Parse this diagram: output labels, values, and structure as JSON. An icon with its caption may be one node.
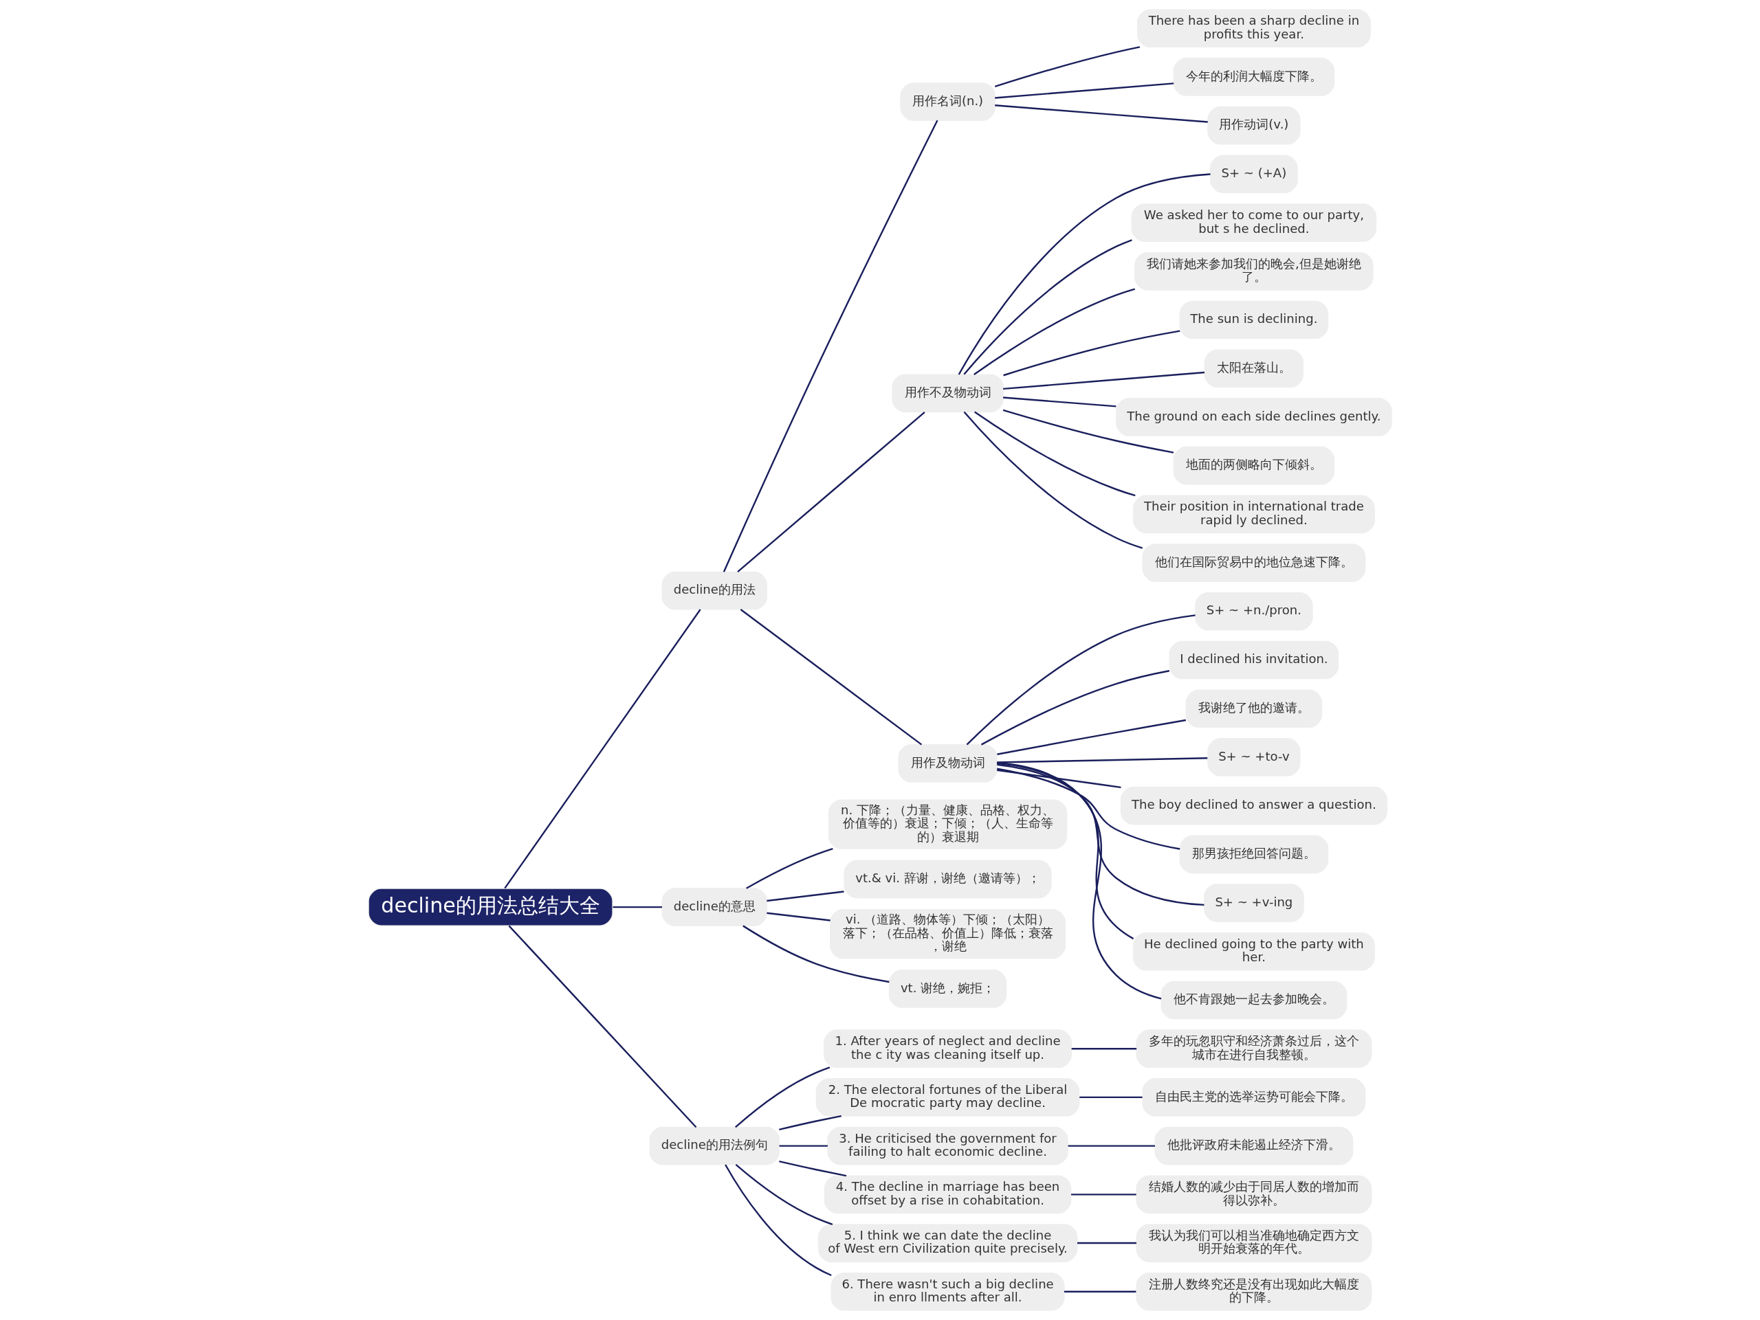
{
  "diagram": {
    "nodes": [
      {
        "text": [
          "decline的用法总结大全"
        ]
      },
      {
        "text": [
          "decline的用法"
        ]
      },
      {
        "text": [
          "用作名词(n.)"
        ]
      },
      {
        "text": [
          "There has been a sharp decline in profits this year."
        ]
      },
      {
        "text": [
          "今年的利润大幅度下降。"
        ]
      },
      {
        "text": [
          "用作动词(v.)"
        ]
      },
      {
        "text": [
          "用作不及物动词"
        ]
      },
      {
        "text": [
          "S+ ~ (+A)"
        ]
      },
      {
        "text": [
          "We asked her to come to our party, but s he declined."
        ]
      },
      {
        "text": [
          "我们请她来参加我们的晚会,但是她谢绝了。"
        ]
      },
      {
        "text": [
          "The sun is declining."
        ]
      },
      {
        "text": [
          "太阳在落山。"
        ]
      },
      {
        "text": [
          "The ground on each side declines gently."
        ]
      },
      {
        "text": [
          "地面的两侧略向下倾斜。"
        ]
      },
      {
        "text": [
          "Their position in international trade rapid ly declined."
        ]
      },
      {
        "text": [
          "他们在国际贸易中的地位急速下降。"
        ]
      },
      {
        "text": [
          "用作及物动词"
        ]
      },
      {
        "text": [
          "S+ ~ +n./pron."
        ]
      },
      {
        "text": [
          "I declined his invitation."
        ]
      },
      {
        "text": [
          "我谢绝了他的邀请。"
        ]
      },
      {
        "text": [
          "S+ ~ +to-v"
        ]
      },
      {
        "text": [
          "The boy declined to answer a question."
        ]
      },
      {
        "text": [
          "那男孩拒绝回答问题。"
        ]
      },
      {
        "text": [
          "S+ ~ +v-ing"
        ]
      },
      {
        "text": [
          "He declined going to the party with her."
        ]
      },
      {
        "text": [
          "他不肯跟她一起去参加晚会。"
        ]
      },
      {
        "text": [
          "decline的意思"
        ]
      },
      {
        "text": [
          "n. 下降；（力量、健康、品格、权力、价值等的）衰退；下倾；（人、生命等的）衰退期"
        ]
      },
      {
        "text": [
          "vt.& vi. 辞谢，谢绝（邀请等）；"
        ]
      },
      {
        "text": [
          "vi. （道路、物体等）下倾；（太阳）落下；（在品格、价值上）降低；衰落，谢绝"
        ]
      },
      {
        "text": [
          "vt. 谢绝，婉拒；"
        ]
      },
      {
        "text": [
          "decline的用法例句"
        ]
      },
      {
        "text": [
          "1. After years of neglect and decline the c ity was cleaning itself up."
        ]
      },
      {
        "text": [
          "多年的玩忽职守和经济萧条过后，这个城市在进行自我整顿。"
        ]
      },
      {
        "text": [
          "2. The electoral fortunes of the Liberal De mocratic party may decline."
        ]
      },
      {
        "text": [
          "自由民主党的选举运势可能会下降。"
        ]
      },
      {
        "text": [
          "3. He criticised the government for failing to halt economic decline."
        ]
      },
      {
        "text": [
          "他批评政府未能遏止经济下滑。"
        ]
      },
      {
        "text": [
          "4. The decline in marriage has been offset by a rise in cohabitation."
        ]
      },
      {
        "text": [
          "结婚人数的减少由于同居人数的增加而得以弥补。"
        ]
      },
      {
        "text": [
          "5. I think we can date the decline of West ern Civilization quite precisely."
        ]
      },
      {
        "text": [
          "我认为我们可以相当准确地确定西方文明开始衰落的年代。"
        ]
      },
      {
        "text": [
          "6. There wasn't such a big decline in enro llments after all."
        ]
      },
      {
        "text": [
          "注册人数终究还是没有出现如此大幅度的下降。"
        ]
      }
    ],
    "edges": [
      {
        "from": 0,
        "to": 1,
        "arrow": "none"
      },
      {
        "from": 1,
        "to": 2,
        "arrow": "none"
      },
      {
        "from": 2,
        "to": 3,
        "arrow": "none"
      },
      {
        "from": 2,
        "to": 4,
        "arrow": "none"
      },
      {
        "from": 2,
        "to": 5,
        "arrow": "none"
      },
      {
        "from": 1,
        "to": 6,
        "arrow": "none"
      },
      {
        "from": 6,
        "to": 7,
        "arrow": "none"
      },
      {
        "from": 6,
        "to": 8,
        "arrow": "none"
      },
      {
        "from": 6,
        "to": 9,
        "arrow": "none"
      },
      {
        "from": 6,
        "to": 10,
        "arrow": "none"
      },
      {
        "from": 6,
        "to": 11,
        "arrow": "none"
      },
      {
        "from": 6,
        "to": 12,
        "arrow": "none"
      },
      {
        "from": 6,
        "to": 13,
        "arrow": "none"
      },
      {
        "from": 6,
        "to": 14,
        "arrow": "none"
      },
      {
        "from": 6,
        "to": 15,
        "arrow": "none"
      },
      {
        "from": 1,
        "to": 16,
        "arrow": "none"
      },
      {
        "from": 16,
        "to": 17,
        "arrow": "none"
      },
      {
        "from": 16,
        "to": 18,
        "arrow": "none"
      },
      {
        "from": 16,
        "to": 19,
        "arrow": "none"
      },
      {
        "from": 16,
        "to": 20,
        "arrow": "none"
      },
      {
        "from": 16,
        "to": 21,
        "arrow": "none"
      },
      {
        "from": 16,
        "to": 22,
        "arrow": "none"
      },
      {
        "from": 16,
        "to": 23,
        "arrow": "none"
      },
      {
        "from": 16,
        "to": 24,
        "arrow": "none"
      },
      {
        "from": 16,
        "to": 25,
        "arrow": "none"
      },
      {
        "from": 0,
        "to": 26,
        "arrow": "none"
      },
      {
        "from": 26,
        "to": 27,
        "arrow": "none"
      },
      {
        "from": 26,
        "to": 28,
        "arrow": "none"
      },
      {
        "from": 26,
        "to": 29,
        "arrow": "none"
      },
      {
        "from": 26,
        "to": 30,
        "arrow": "none"
      },
      {
        "from": 0,
        "to": 31,
        "arrow": "none"
      },
      {
        "from": 31,
        "to": 32,
        "arrow": "none"
      },
      {
        "from": 32,
        "to": 33,
        "arrow": "none"
      },
      {
        "from": 31,
        "to": 34,
        "arrow": "none"
      },
      {
        "from": 34,
        "to": 35,
        "arrow": "none"
      },
      {
        "from": 31,
        "to": 36,
        "arrow": "none"
      },
      {
        "from": 36,
        "to": 37,
        "arrow": "none"
      },
      {
        "from": 31,
        "to": 38,
        "arrow": "none"
      },
      {
        "from": 38,
        "to": 39,
        "arrow": "none"
      },
      {
        "from": 31,
        "to": 40,
        "arrow": "none"
      },
      {
        "from": 40,
        "to": 41,
        "arrow": "none"
      },
      {
        "from": 31,
        "to": 42,
        "arrow": "none"
      },
      {
        "from": 42,
        "to": 43,
        "arrow": "none"
      }
    ]
  }
}
